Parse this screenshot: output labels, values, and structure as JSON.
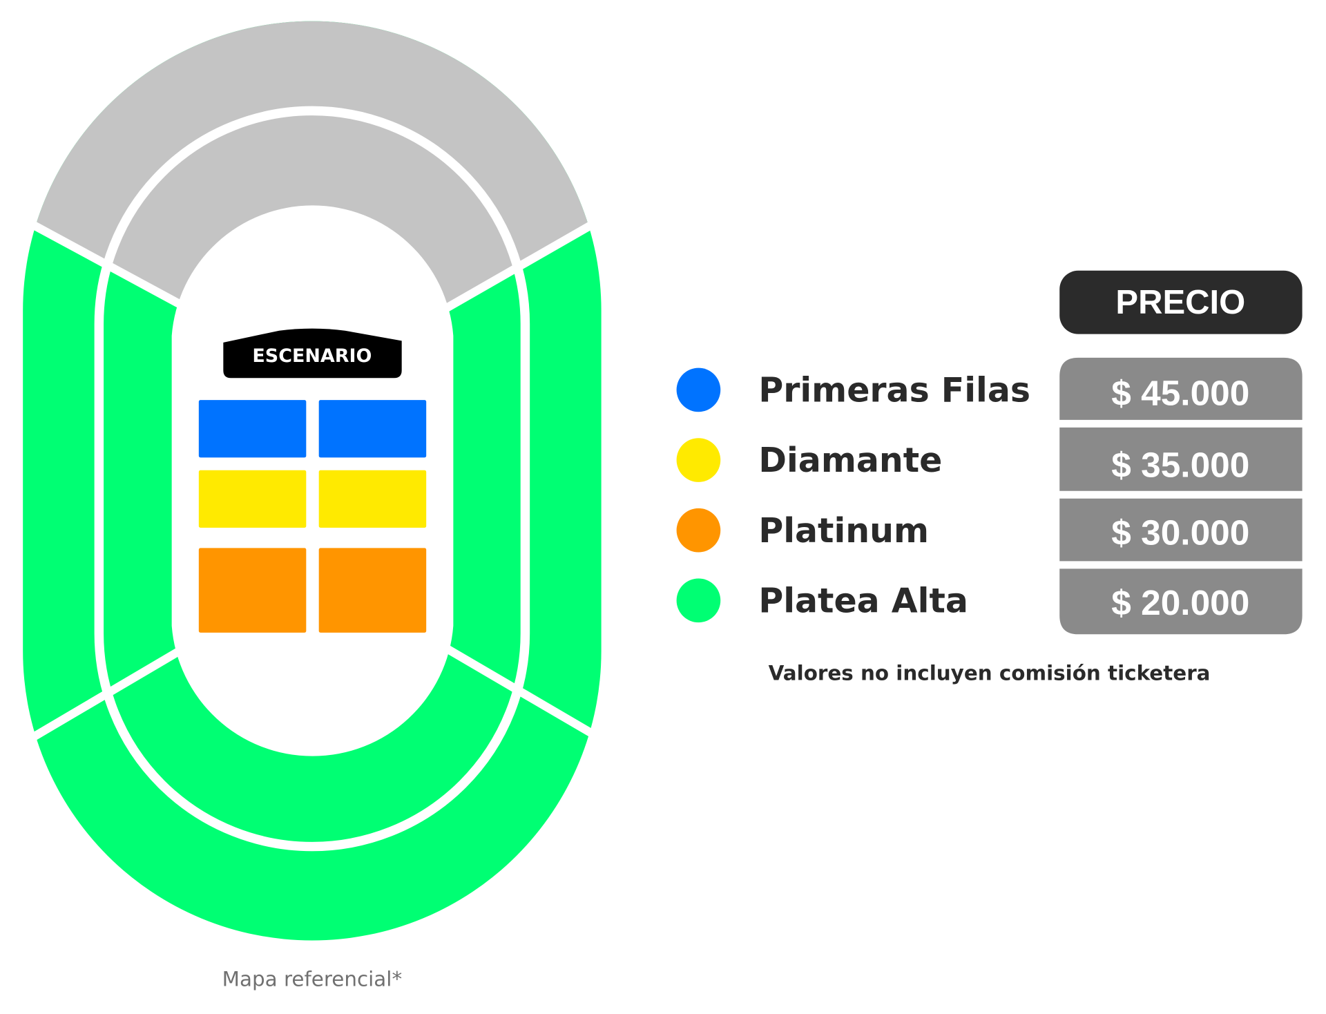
{
  "map": {
    "stage_label": "ESCENARIO",
    "footnote": "Mapa referencial*",
    "colors": {
      "gray_section": "#c4c4c4",
      "green_section": "#00ff73",
      "blue": "#0073ff",
      "yellow": "#ffea00",
      "orange": "#ff9500",
      "stage": "#000000"
    }
  },
  "price_header": "PRECIO",
  "tiers": [
    {
      "name": "Primeras Filas",
      "price": "$ 45.000",
      "color": "#0073ff"
    },
    {
      "name": "Diamante",
      "price": "$ 35.000",
      "color": "#ffea00"
    },
    {
      "name": "Platinum",
      "price": "$ 30.000",
      "color": "#ff9500"
    },
    {
      "name": "Platea Alta",
      "price": "$ 20.000",
      "color": "#00ff73"
    }
  ],
  "note": "Valores no incluyen comisión ticketera"
}
